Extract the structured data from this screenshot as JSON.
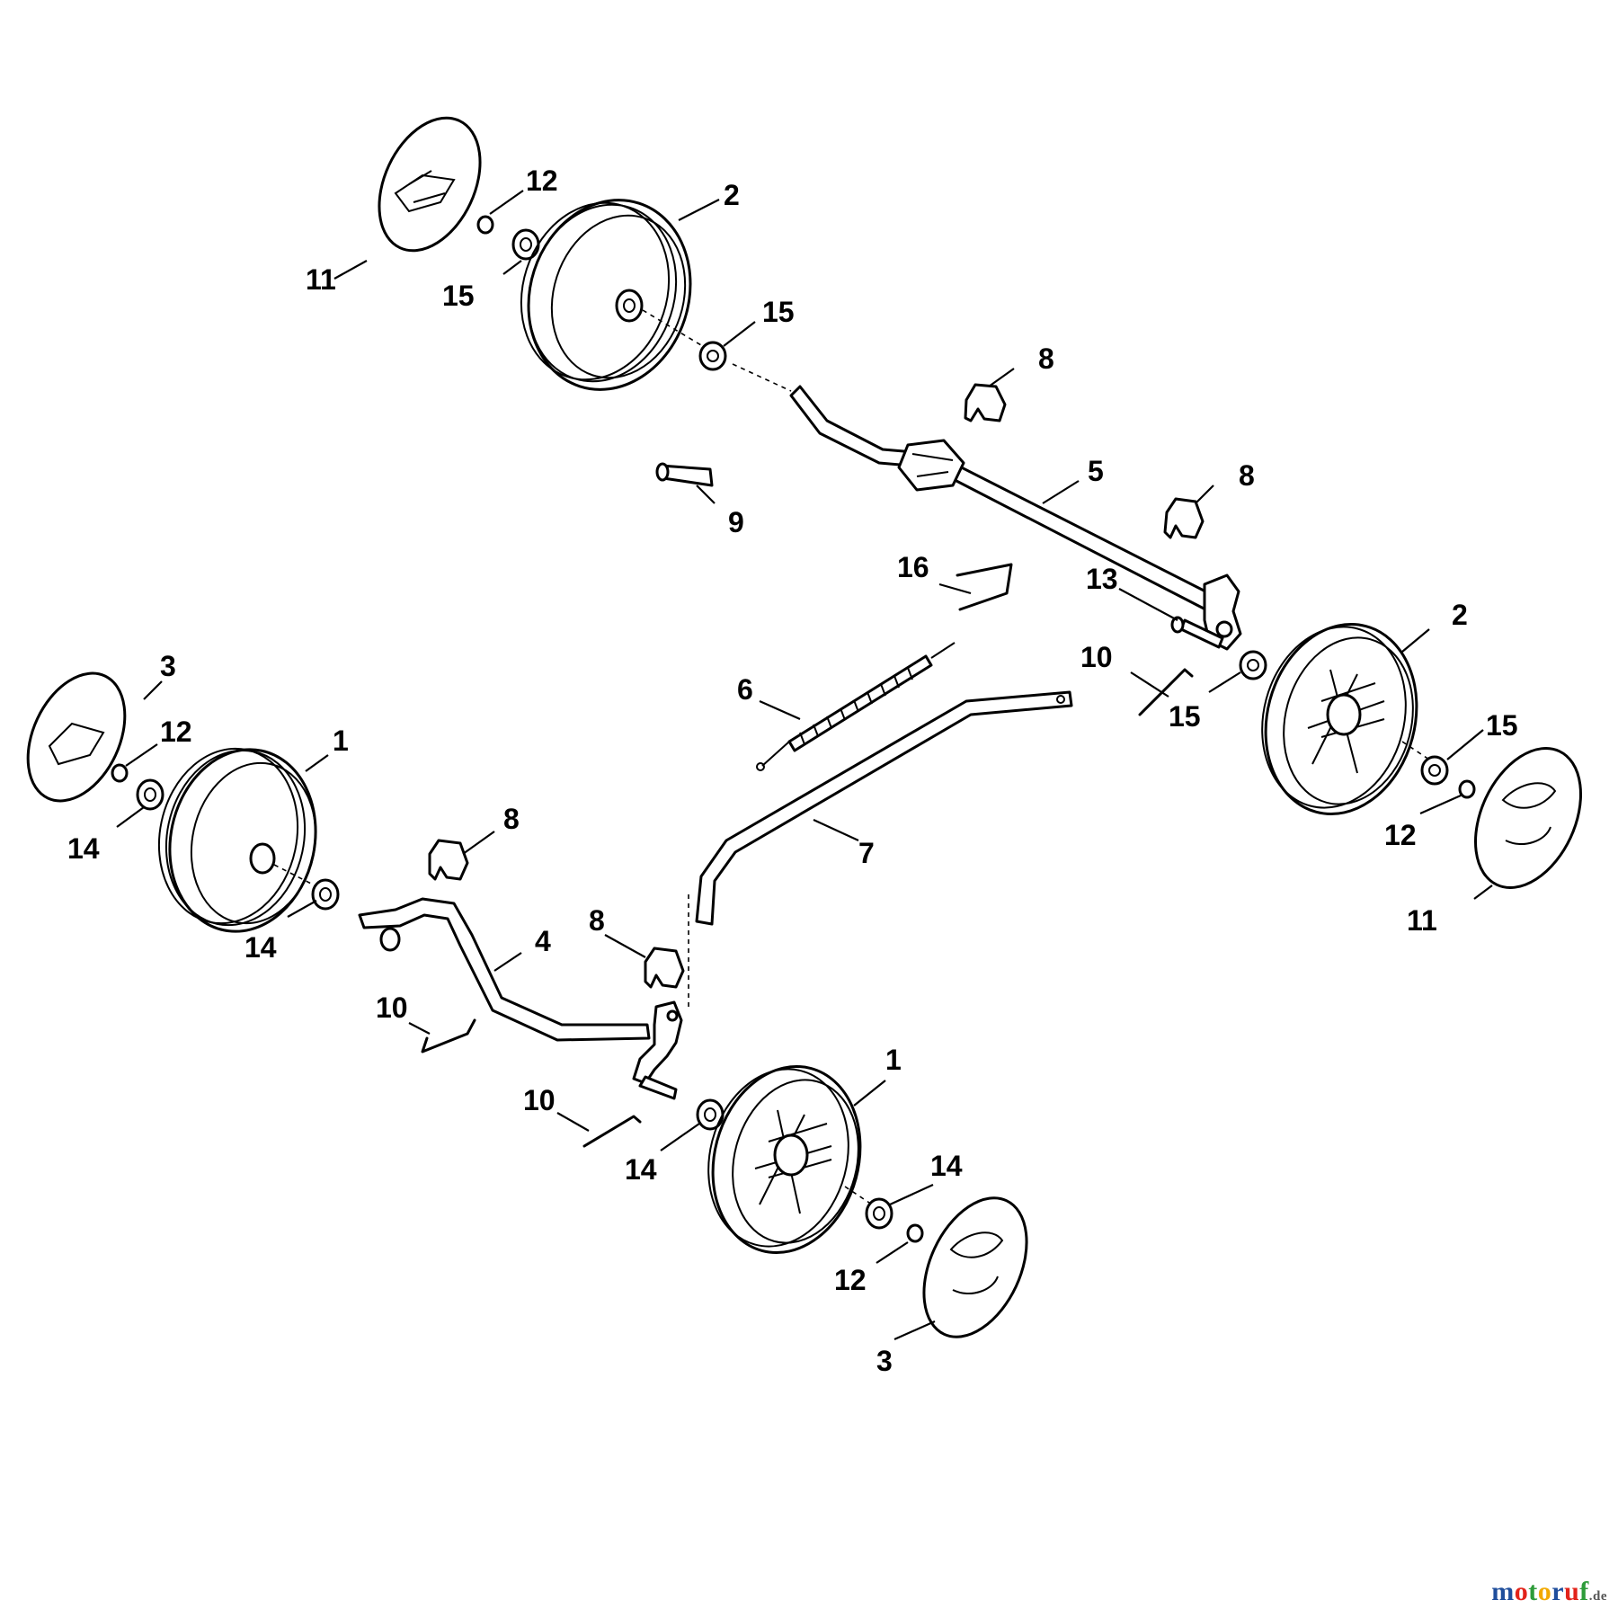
{
  "diagram": {
    "callouts": {
      "c1a": "1",
      "c1b": "1",
      "c2a": "2",
      "c2b": "2",
      "c3a": "3",
      "c3b": "3",
      "c4": "4",
      "c5": "5",
      "c6": "6",
      "c7": "7",
      "c8a": "8",
      "c8b": "8",
      "c8c": "8",
      "c8d": "8",
      "c9": "9",
      "c10a": "10",
      "c10b": "10",
      "c10c": "10",
      "c11a": "11",
      "c11b": "11",
      "c12a": "12",
      "c12b": "12",
      "c12c": "12",
      "c12d": "12",
      "c13": "13",
      "c14a": "14",
      "c14b": "14",
      "c14c": "14",
      "c14d": "14",
      "c15a": "15",
      "c15b": "15",
      "c15c": "15",
      "c15d": "15",
      "c16": "16"
    }
  },
  "watermark": {
    "brand_parts": [
      "m",
      "o",
      "t",
      "o",
      "r",
      "u",
      "f"
    ],
    "brand_colors": [
      "#1f4e9c",
      "#e2231a",
      "#2e9c3a",
      "#f2a900",
      "#1f4e9c",
      "#e2231a",
      "#2e9c3a"
    ],
    "suffix": ".de"
  }
}
